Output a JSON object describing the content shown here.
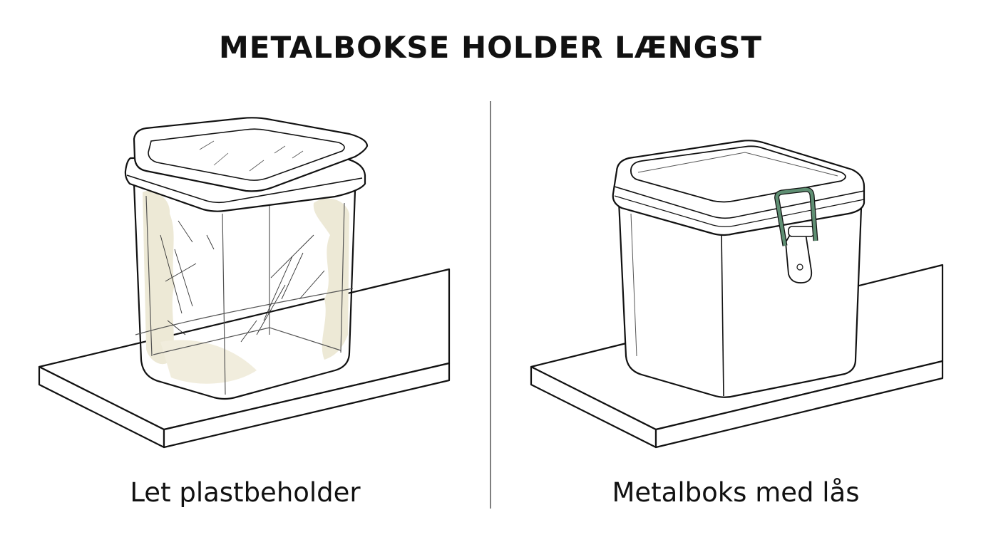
{
  "title": "METALBOKSE HOLDER LÆNGST",
  "panels": [
    {
      "caption": "Let plastbeholder",
      "object": "plastic-container"
    },
    {
      "caption": "Metalboks med lås",
      "object": "metal-box"
    }
  ],
  "colors": {
    "ink": "#111111",
    "divider": "#555555",
    "stain": "#ede9d6",
    "latch": "#5f8f73"
  }
}
